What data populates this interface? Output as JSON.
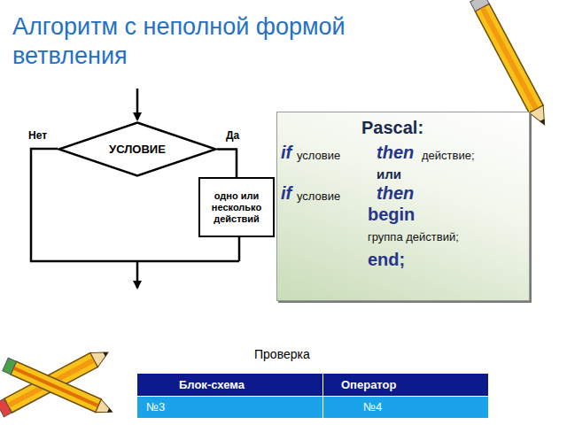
{
  "diagram": {
    "title": "Алгоритм с неполной формой ветвления",
    "nodes": [
      {
        "text": [
          "УСЛОВИЕ"
        ]
      },
      {
        "text": [
          "одно или несколько действий"
        ]
      },
      {
        "text": [
          "Pascal:",
          "if",
          "условие",
          "then",
          "действие;",
          "или",
          "if",
          "условие",
          "then",
          "begin",
          "группа действий;",
          "end;"
        ]
      }
    ],
    "edges": [
      {
        "from": 0,
        "to": 1,
        "arrow": "none"
      }
    ],
    "labels": [
      "Нет",
      "Да",
      "Проверка",
      "Блок-схема",
      "Оператор",
      "№3",
      "№4"
    ]
  }
}
